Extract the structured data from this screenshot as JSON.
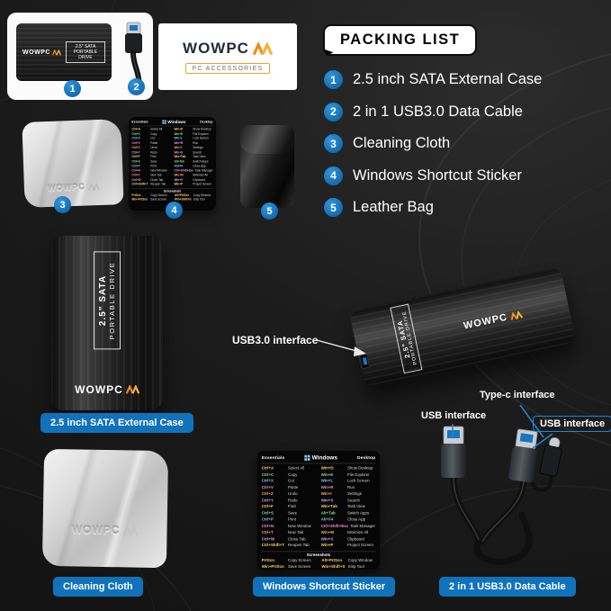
{
  "colors": {
    "accent_blue": "#1172bc",
    "brand_orange": "#f08c1a",
    "background": "#1a1a1a"
  },
  "packing_list": {
    "title": "PACKING LIST",
    "items": [
      {
        "num": "1",
        "label": "2.5 inch SATA External Case"
      },
      {
        "num": "2",
        "label": "2 in 1 USB3.0 Data Cable"
      },
      {
        "num": "3",
        "label": "Cleaning Cloth"
      },
      {
        "num": "4",
        "label": "Windows Shortcut Sticker"
      },
      {
        "num": "5",
        "label": "Leather Bag"
      }
    ]
  },
  "brand": {
    "name": "WOWPC",
    "tagline": "PC ACCESSORIES"
  },
  "enclosure": {
    "size_label": "2.5\" SATA",
    "type_label": "PORTABLE DRIVE"
  },
  "badges": {
    "case": "1",
    "cable": "2",
    "cloth": "3",
    "sticker": "4",
    "bag": "5"
  },
  "callouts": {
    "usb3": "USB3.0 interface",
    "usb_left": "USB interface",
    "type_c": "Type-c interface",
    "usb_right": "USB interface"
  },
  "captions": {
    "case": "2.5 inch SATA External Case",
    "cloth": "Cleaning Cloth",
    "sticker": "Windows Shortcut Sticker",
    "cable": "2 in 1 USB3.0 Data Cable"
  },
  "sticker": {
    "col_left_header": "Essentials",
    "title": "Windows",
    "col_right_header": "Desktop",
    "screenshots_header": "Screenshots",
    "essentials": [
      {
        "key": "Ctrl+A",
        "desc": "Select All"
      },
      {
        "key": "Ctrl+C",
        "desc": "Copy"
      },
      {
        "key": "Ctrl+X",
        "desc": "Cut"
      },
      {
        "key": "Ctrl+V",
        "desc": "Paste"
      },
      {
        "key": "Ctrl+Z",
        "desc": "Undo"
      },
      {
        "key": "Ctrl+Y",
        "desc": "Redo"
      },
      {
        "key": "Ctrl+F",
        "desc": "Find"
      },
      {
        "key": "Ctrl+S",
        "desc": "Save"
      },
      {
        "key": "Ctrl+P",
        "desc": "Print"
      },
      {
        "key": "Ctrl+N",
        "desc": "New Window"
      },
      {
        "key": "Ctrl+T",
        "desc": "New Tab"
      },
      {
        "key": "Ctrl+W",
        "desc": "Close Tab"
      },
      {
        "key": "Ctrl+Shift+T",
        "desc": "Reopen Tab"
      }
    ],
    "desktop": [
      {
        "key": "Win+D",
        "desc": "Show Desktop"
      },
      {
        "key": "Win+E",
        "desc": "File Explorer"
      },
      {
        "key": "Win+L",
        "desc": "Lock Screen"
      },
      {
        "key": "Win+R",
        "desc": "Run"
      },
      {
        "key": "Win+I",
        "desc": "Settings"
      },
      {
        "key": "Win+S",
        "desc": "Search"
      },
      {
        "key": "Win+Tab",
        "desc": "Task View"
      },
      {
        "key": "Alt+Tab",
        "desc": "Switch Apps"
      },
      {
        "key": "Alt+F4",
        "desc": "Close App"
      },
      {
        "key": "Ctrl+Shift+Esc",
        "desc": "Task Manager"
      },
      {
        "key": "Win+M",
        "desc": "Minimize All"
      },
      {
        "key": "Win+V",
        "desc": "Clipboard"
      },
      {
        "key": "Win+P",
        "desc": "Project Screen"
      }
    ],
    "screenshots": [
      {
        "key": "PrtScn",
        "desc": "Copy Screen"
      },
      {
        "key": "Alt+PrtScn",
        "desc": "Copy Window"
      },
      {
        "key": "Win+PrtScn",
        "desc": "Save Screen"
      },
      {
        "key": "Win+Shift+S",
        "desc": "Snip Tool"
      }
    ]
  }
}
